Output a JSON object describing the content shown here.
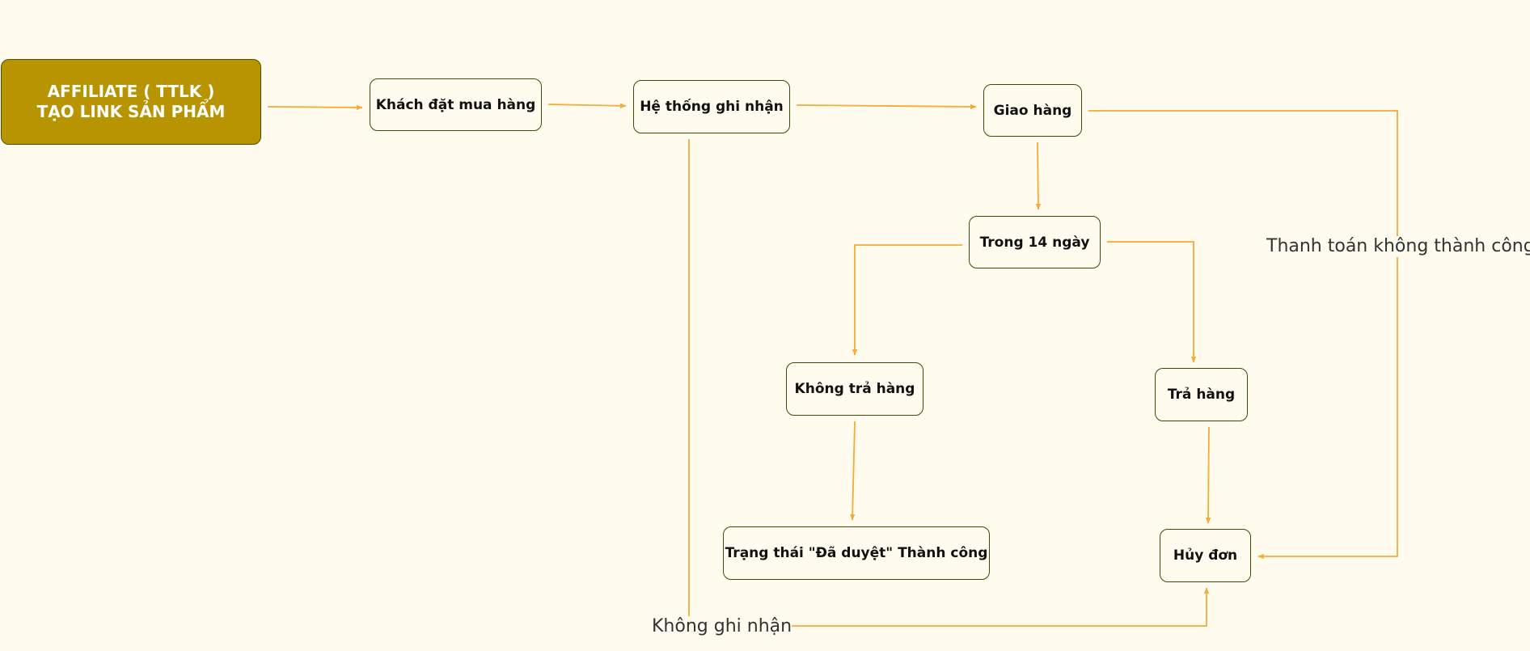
{
  "diagram": {
    "colors": {
      "background": "#fffcef",
      "start_fill": "#b79400",
      "node_border": "#3f4a08",
      "edge": "#f5ab35"
    },
    "nodes": {
      "start": "AFFILIATE ( TTLK )\nTẠO LINK SẢN PHẨM",
      "order": "Khách đặt mua hàng",
      "system": "Hệ thống ghi nhận",
      "delivery": "Giao hàng",
      "within_14_days": "Trong 14 ngày",
      "no_return": "Không trả hàng",
      "return": "Trả hàng",
      "approved": "Trạng thái \"Đã duyệt\" Thành công",
      "cancel": "Hủy đơn"
    },
    "edge_labels": {
      "payment_failed": "Thanh toán không thành công",
      "not_recorded": "Không ghi nhận"
    }
  }
}
